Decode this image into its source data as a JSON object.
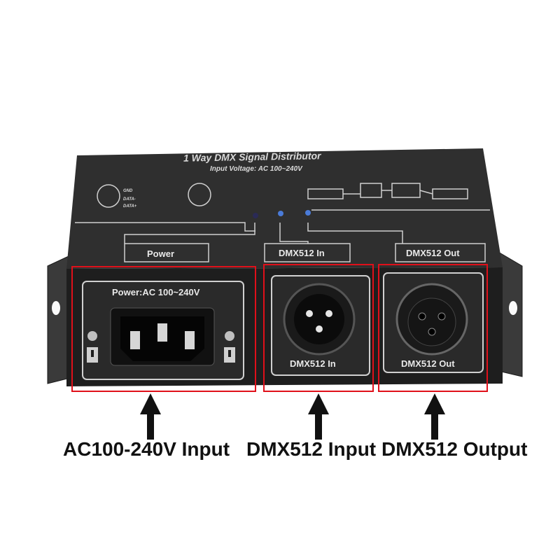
{
  "device": {
    "title": "1 Way DMX Signal Distributor",
    "voltage_label": "Input Voltage: AC 100~240V",
    "top_power_label": "Power",
    "top_dmx_in_label": "DMX512 In",
    "top_dmx_out_label": "DMX512 Out",
    "power_plate_text": "Power:AC 100~240V",
    "dmx_in_plate_text": "DMX512 In",
    "dmx_out_plate_text": "DMX512 Out",
    "pin_labels": [
      "GND",
      "DATA-",
      "DATA+"
    ]
  },
  "callouts": {
    "power_input": "AC100-240V Input",
    "dmx_input": "DMX512 Input",
    "dmx_output": "DMX512 Output"
  },
  "colors": {
    "highlight": "#e0101a",
    "device_body": "#2b2b2b",
    "led": "#4a7bd8"
  }
}
